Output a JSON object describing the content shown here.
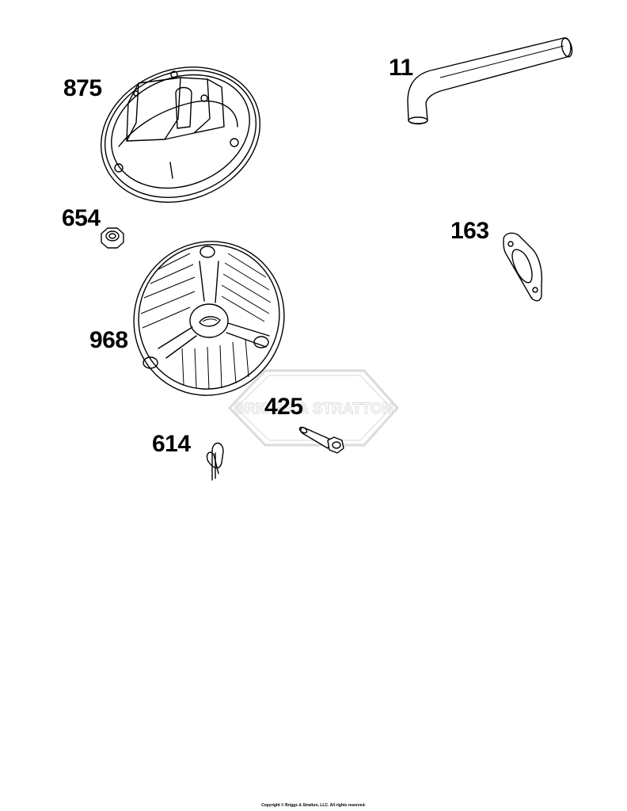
{
  "watermark": {
    "text": "BRIGGS & STRATTON"
  },
  "parts": [
    {
      "id": "875",
      "label": "875"
    },
    {
      "id": "11",
      "label": "11"
    },
    {
      "id": "654",
      "label": "654"
    },
    {
      "id": "163",
      "label": "163"
    },
    {
      "id": "968",
      "label": "968"
    },
    {
      "id": "425",
      "label": "425"
    },
    {
      "id": "614",
      "label": "614"
    }
  ],
  "footer": {
    "copyright": "Copyright © Briggs & Stratton, LLC. All rights reserved."
  }
}
